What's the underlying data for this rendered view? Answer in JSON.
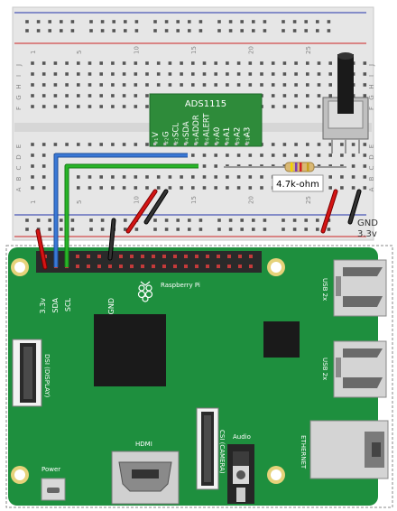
{
  "breadboard": {
    "column_numbers": [
      "1",
      "5",
      "10",
      "15",
      "20",
      "25"
    ],
    "row_letters_top": [
      "J",
      "I",
      "H",
      "G",
      "F"
    ],
    "row_letters_bottom": [
      "E",
      "D",
      "C",
      "B",
      "A"
    ],
    "rail_labels": {
      "gnd": "GND",
      "v33": "3.3v"
    }
  },
  "adc": {
    "name": "ADS1115",
    "pins": [
      {
        "num": "1",
        "label": "V"
      },
      {
        "num": "2",
        "label": "G"
      },
      {
        "num": "3",
        "label": "SCL"
      },
      {
        "num": "4",
        "label": "SDA"
      },
      {
        "num": "5",
        "label": "ADDR"
      },
      {
        "num": "6",
        "label": "ALERT"
      },
      {
        "num": "7",
        "label": "A0"
      },
      {
        "num": "8",
        "label": "A1"
      },
      {
        "num": "9",
        "label": "A2"
      },
      {
        "num": "10",
        "label": "A3"
      }
    ]
  },
  "resistor": {
    "label": "4.7k-ohm"
  },
  "raspberry_pi": {
    "brand": "Raspberry Pi",
    "pin_labels": {
      "v33": "3.3v",
      "sda": "SDA",
      "scl": "SCL",
      "gnd": "GND"
    },
    "ports": {
      "usb1": "USB 2x",
      "usb2": "USB 2x",
      "ethernet": "ETHERNET",
      "dsi": "DSI (DISPLAY)",
      "csi": "CSI (CAMERA)",
      "hdmi": "HDMI",
      "audio": "Audio",
      "power": "Power"
    }
  },
  "colors": {
    "board_green": "#1e8f3e",
    "breadboard": "#e8e8e8",
    "rail_red": "#cc2222",
    "rail_blue": "#2233aa",
    "wire_red": "#d41414",
    "wire_black": "#111111",
    "wire_blue": "#3a78d6",
    "wire_green": "#28b528",
    "adc_green": "#2e8b3a"
  }
}
